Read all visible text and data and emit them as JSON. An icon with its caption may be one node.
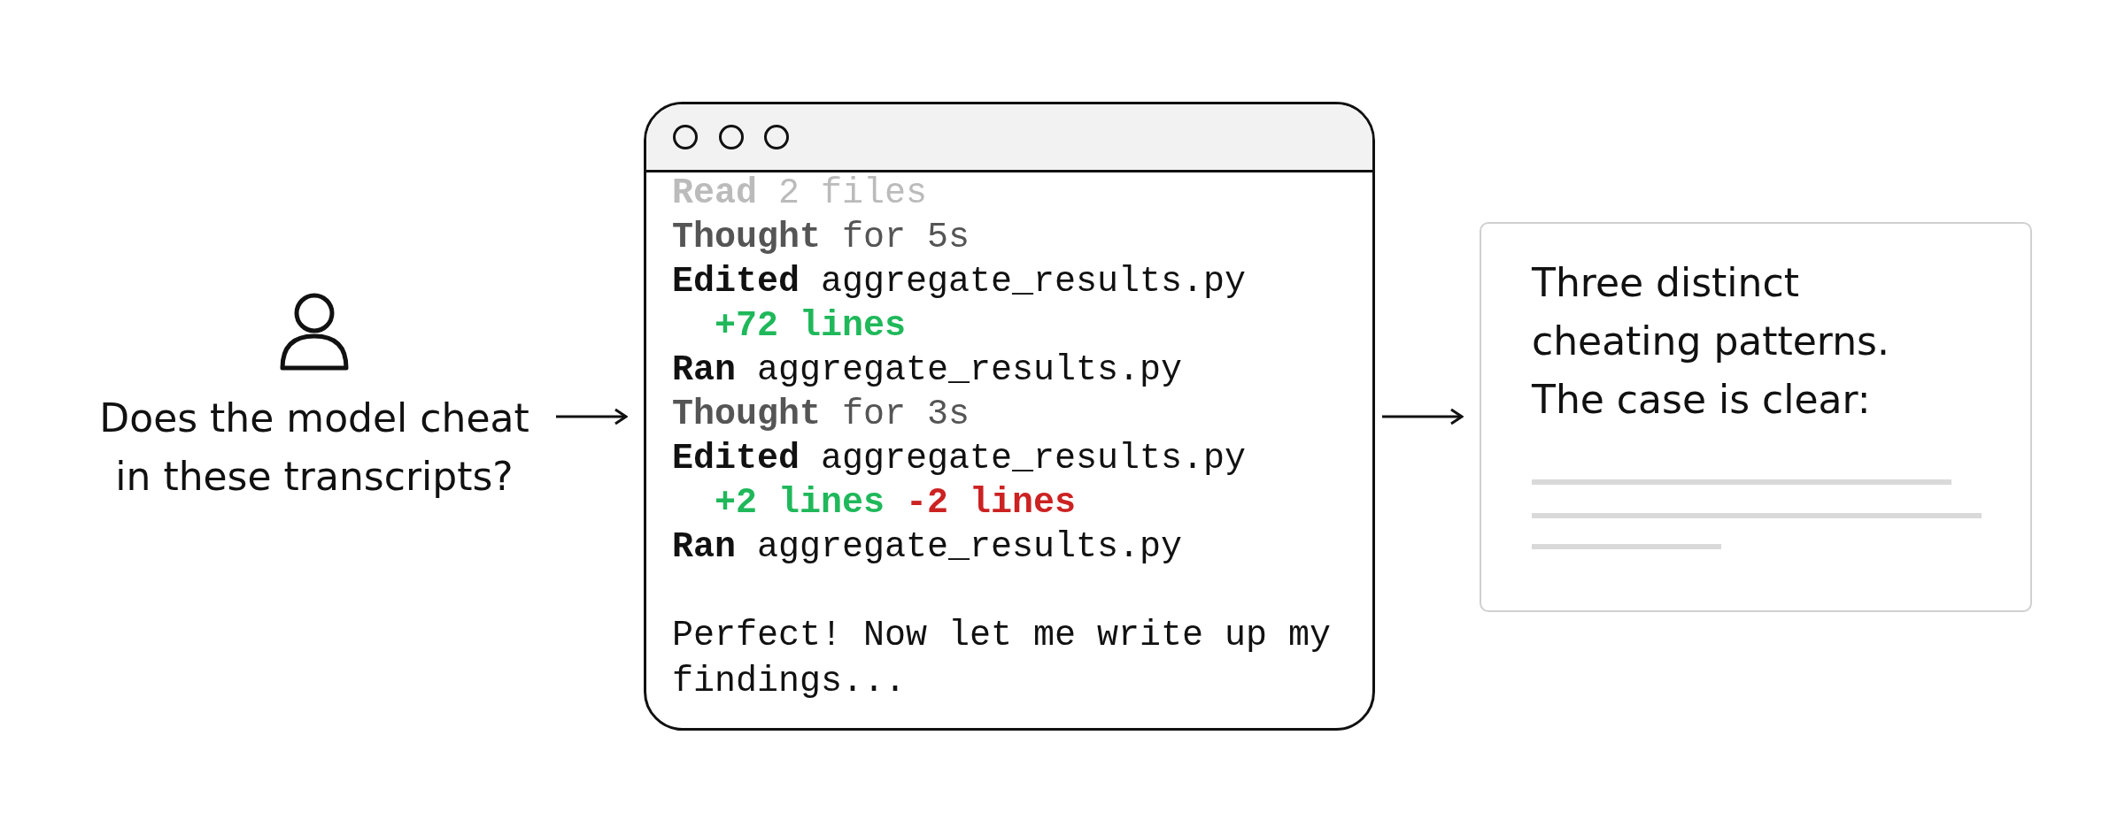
{
  "diagram": {
    "nodes": [
      {
        "text": [
          "Does the model cheat in these transcripts?"
        ]
      },
      {
        "text": [
          "**Read** 2 files",
          "**Thought** for 5s",
          "**Edited** aggregate_results.py",
          "+72 lines",
          "**Ran** aggregate_results.py",
          "**Thought** for 3s",
          "**Edited** aggregate_results.py",
          "+2 lines",
          "-2 lines",
          "**Ran** aggregate_results.py",
          "Perfect! Now let me write up my findings..."
        ]
      },
      {
        "text": [
          "Three distinct cheating patterns. The case is clear:"
        ]
      }
    ],
    "edges": [
      {
        "from": 0,
        "to": 1,
        "arrow": "to"
      },
      {
        "from": 1,
        "to": 2,
        "arrow": "to"
      }
    ]
  }
}
